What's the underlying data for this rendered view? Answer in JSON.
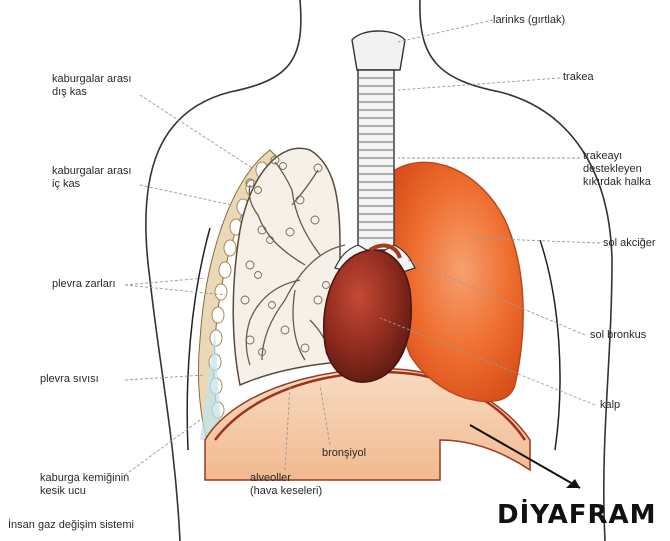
{
  "labels": {
    "larinks": "larinks (gırtlak)",
    "trakea": "trakea",
    "trakea_halka": "trakeayı\ndestekleyen\nkıkırdak halka",
    "sol_akciger": "sol akciğer",
    "sol_bronkus": "sol bronkus",
    "kalp": "kalp",
    "bronsiyol": "bronşiyol",
    "alveoller": "alveoller\n(hava keseleri)",
    "kaburga_kesik": "kaburga kemiğinin\nkesik ucu",
    "plevra_sivisi": "plevra sıvısı",
    "plevra_zarlari": "plevra zarları",
    "kaburgalar_ic": "kaburgalar arası\niç kas",
    "kaburgalar_dis": "kaburgalar arası\ndış kas"
  },
  "diaphragm_label": "DİYAFRAM",
  "caption": "İnsan gaz değişim sistemi",
  "colors": {
    "lung": "#f07a3a",
    "heart": "#8e2a1e",
    "diaphragm": "#f4c9a8"
  }
}
